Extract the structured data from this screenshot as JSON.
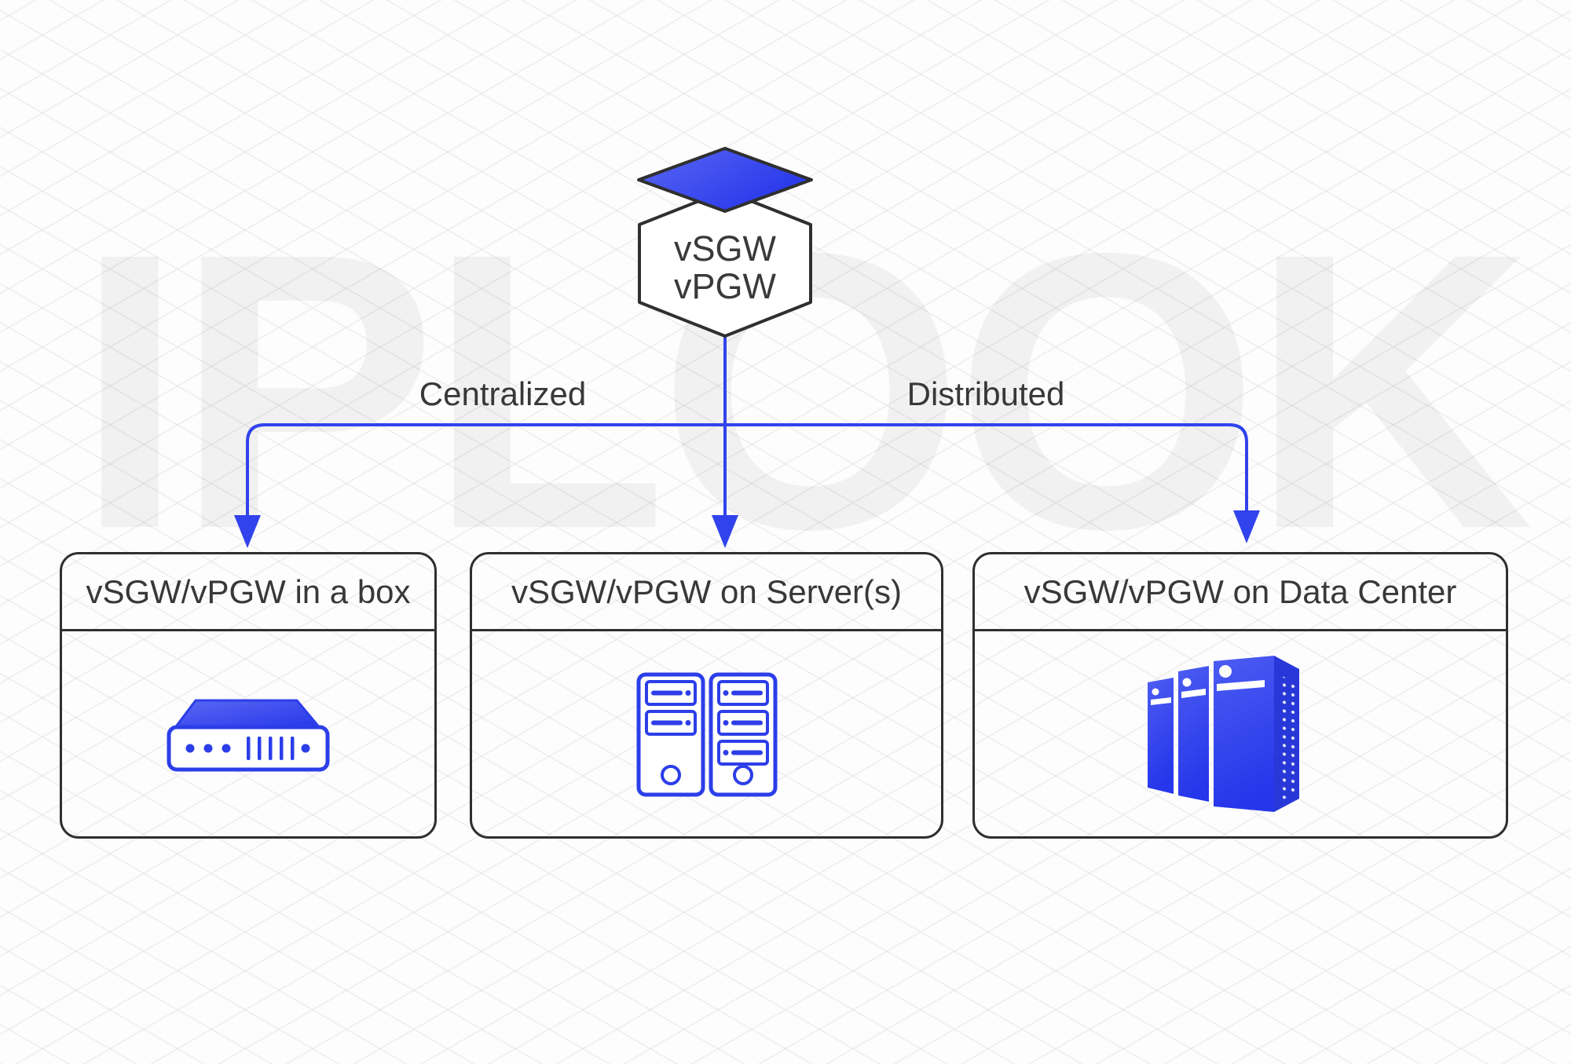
{
  "diagram": {
    "root_node": {
      "line1": "vSGW",
      "line2": "vPGW"
    },
    "branch_labels": {
      "centralized": "Centralized",
      "distributed": "Distributed"
    },
    "boxes": [
      {
        "title": "vSGW/vPGW in a box",
        "icon": "network-appliance-icon"
      },
      {
        "title": "vSGW/vPGW on Server(s)",
        "icon": "server-towers-icon"
      },
      {
        "title": "vSGW/vPGW on Data Center",
        "icon": "data-center-icon"
      }
    ],
    "watermark": "IPLOOK",
    "colors": {
      "arrow_blue": "#3143ec",
      "icon_blue_stroke": "#2c3ee8",
      "icon_blue_gradient_light": "#5a68f3",
      "icon_blue_gradient_dark": "#2636ea",
      "outline_dark": "#2f2f2f",
      "text_dark": "#383838",
      "background": "#fdfdfd",
      "grid_line": "#e9e9e9"
    }
  }
}
